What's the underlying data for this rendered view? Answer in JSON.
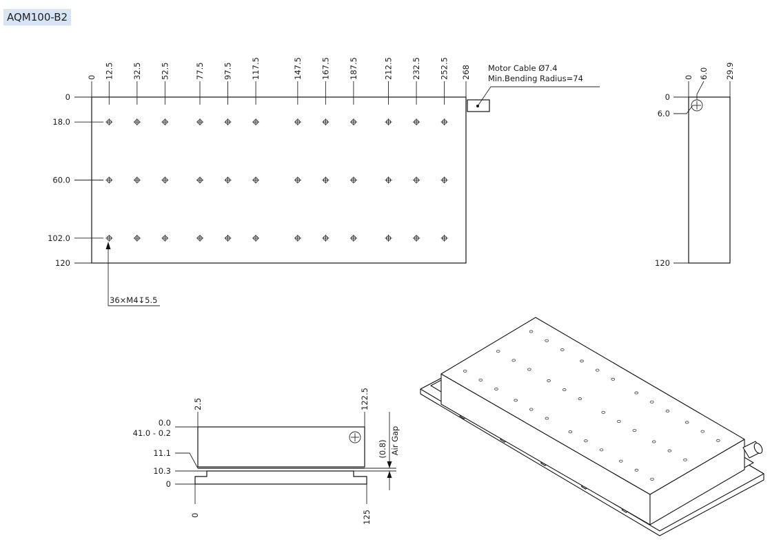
{
  "title": "AQM100-B2",
  "top_view": {
    "x_dims": [
      "0",
      "12.5",
      "32.5",
      "52.5",
      "77.5",
      "97.5",
      "117.5",
      "147.5",
      "167.5",
      "187.5",
      "212.5",
      "232.5",
      "252.5",
      "268"
    ],
    "y_dims": [
      "0",
      "18.0",
      "60.0",
      "102.0",
      "120"
    ],
    "cable_label_1": "Motor Cable Ø7.4",
    "cable_label_2": "Min.Bending Radius=74",
    "hole_callout": "36×M4↧5.5"
  },
  "side_view": {
    "x_dims": [
      "0",
      "6.0",
      "29.9"
    ],
    "y_dims": [
      "0",
      "6.0",
      "120"
    ]
  },
  "front_view": {
    "top_dims": [
      "2.5",
      "122.5"
    ],
    "bottom_dims": [
      "0",
      "125"
    ],
    "left_dims": [
      "0.0",
      "41.0 - 0.2",
      "11.1",
      "10.3",
      "0"
    ],
    "gap_value": "(0.8)",
    "gap_label": "Air Gap"
  },
  "iso_view": {}
}
